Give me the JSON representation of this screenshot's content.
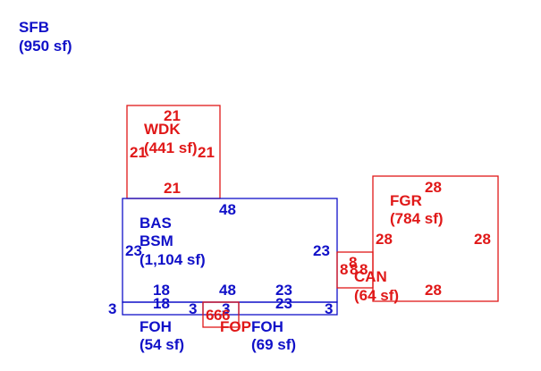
{
  "sfb": {
    "code": "SFB",
    "area": "(950 sf)"
  },
  "wdk": {
    "code": "WDK",
    "area": "(441 sf)",
    "dims": [
      "21",
      "21",
      "21",
      "21"
    ]
  },
  "bas": {
    "code1": "BAS",
    "code2": "BSM",
    "area": "(1,104 sf)",
    "top": "48",
    "left": "23",
    "right": "23",
    "bottom_left": "18",
    "bottom_mid": "48",
    "bottom_right": "23"
  },
  "fgr": {
    "code": "FGR",
    "area": "(784 sf)",
    "top": "28",
    "left": "28",
    "right": "28",
    "bottom": "28"
  },
  "can": {
    "code": "CAN",
    "area": "(64 sf)",
    "dims": [
      "8",
      "8",
      "8",
      "8"
    ]
  },
  "foh_left": {
    "code": "FOH",
    "area": "(54 sf)",
    "top": "18",
    "left": "3",
    "right": "3"
  },
  "foh_right": {
    "code": "FOH",
    "area": "(69 sf)",
    "top": "23",
    "right": "3",
    "mid": "3"
  },
  "fop": {
    "code": "FOP",
    "dims": [
      "6",
      "6",
      "6"
    ]
  },
  "colors": {
    "blue": "#1010c8",
    "red": "#e01818"
  }
}
